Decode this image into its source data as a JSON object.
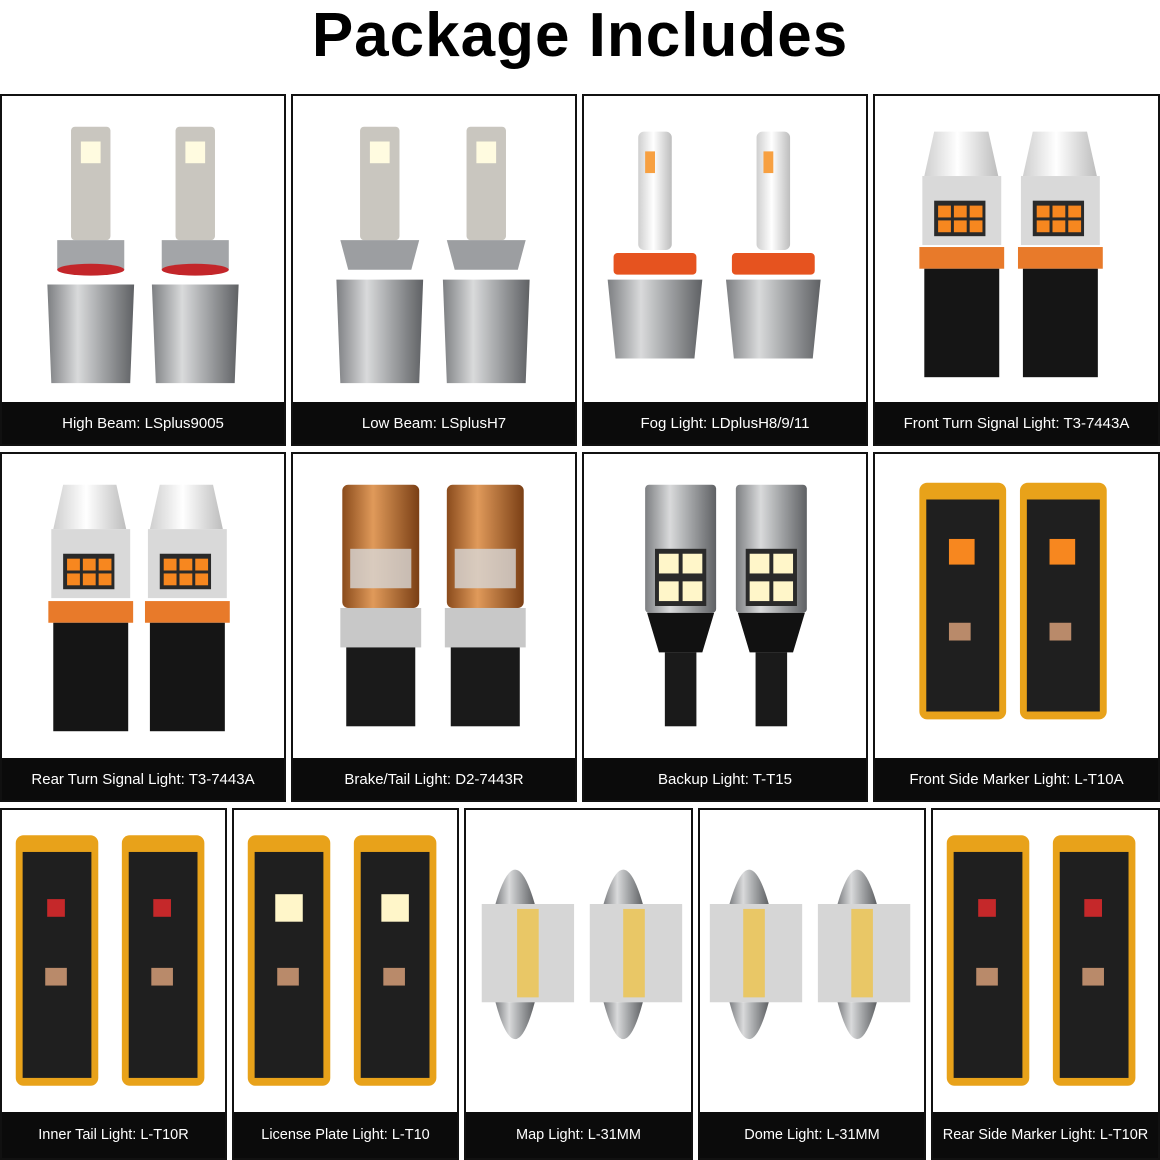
{
  "title": "Package Includes",
  "colors": {
    "caption_bg": "#0b0b0b",
    "caption_text": "#ffffff",
    "pcb_orange": "#e8a21a",
    "led_amber": "#f7871f",
    "led_red": "#c5282a",
    "led_white": "#fff6c9"
  },
  "products": [
    {
      "label": "High Beam: LSplus9005",
      "icon": "led-headlight-bulb-pair-icon"
    },
    {
      "label": "Low Beam: LSplusH7",
      "icon": "led-headlight-bulb-pair-icon"
    },
    {
      "label": "Fog Light: LDplusH8/9/11",
      "icon": "led-fog-bulb-pair-icon"
    },
    {
      "label": "Front Turn Signal Light: T3-7443A",
      "icon": "wedge-bulb-amber-pair-icon"
    },
    {
      "label": "Rear Turn Signal Light: T3-7443A",
      "icon": "wedge-bulb-amber-pair-icon"
    },
    {
      "label": "Brake/Tail Light: D2-7443R",
      "icon": "wedge-bulb-copper-pair-icon"
    },
    {
      "label": "Backup Light: T-T15",
      "icon": "t15-bulb-white-pair-icon"
    },
    {
      "label": "Front Side Marker Light: L-T10A",
      "icon": "t10-pcb-amber-pair-icon"
    },
    {
      "label": "Inner Tail Light: L-T10R",
      "icon": "t10-pcb-red-pair-icon"
    },
    {
      "label": "License Plate Light: L-T10",
      "icon": "t10-pcb-white-pair-icon"
    },
    {
      "label": "Map Light: L-31MM",
      "icon": "festoon-bulb-pair-icon"
    },
    {
      "label": "Dome Light: L-31MM",
      "icon": "festoon-bulb-pair-icon"
    },
    {
      "label": "Rear Side Marker Light: L-T10R",
      "icon": "t10-pcb-red-pair-icon"
    }
  ]
}
